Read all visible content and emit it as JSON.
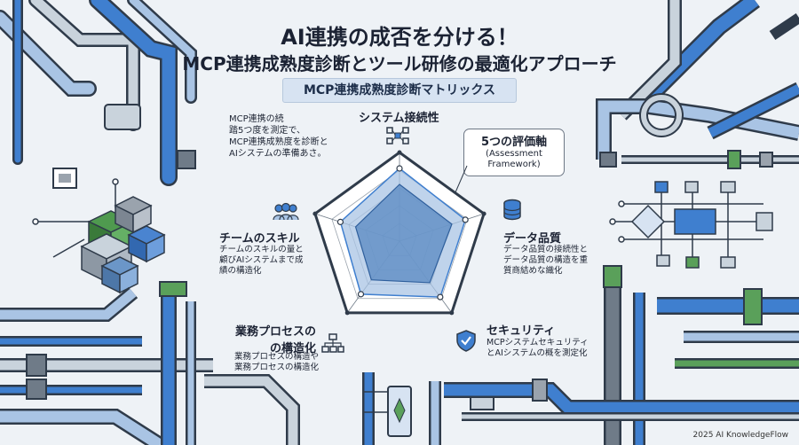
{
  "title": {
    "line1": "AI連携の成否を分ける！",
    "line2": "MCP連携成熟度診断とツール研修の最適化アプローチ"
  },
  "banner": "MCP連携成熟度診断マトリックス",
  "intro": {
    "line1": "MCP連携の続",
    "line2": "踏5つ度を測定で、",
    "line3": "MCP連携成熟度を診断と",
    "line4": "AIシステムの準備あさ。"
  },
  "callout": {
    "title": "5つの評価軸",
    "sub1": "(Assessment",
    "sub2": "Framework)"
  },
  "axes": {
    "system": {
      "label": "システム接続性",
      "icon": "network-icon"
    },
    "data": {
      "label": "データ品質",
      "icon": "database-icon",
      "desc1": "データ品質の接続性と",
      "desc2": "データ品質の構造を重",
      "desc3": "質商結めな織化"
    },
    "security": {
      "label": "セキュリティ",
      "icon": "shield-check-icon",
      "desc1": "MCPシステムセキュリティ",
      "desc2": "とAIシステムの概を測定化"
    },
    "process": {
      "label1": "業務プロセスの",
      "label2": "の構造化",
      "icon": "hierarchy-icon",
      "desc1": "業務プロセスの構造や",
      "desc2": "業務プロセスの構造化"
    },
    "team": {
      "label": "チームのスキル",
      "icon": "team-icon",
      "desc1": "チームのスキルの量と",
      "desc2": "顧びAIシステムまで成",
      "desc3": "績の構造化"
    }
  },
  "radar": {
    "levels": 5,
    "axis_order": [
      "システム接続性",
      "データ品質",
      "セキュリティ",
      "業務プロセスの構造化",
      "チームのスキル"
    ],
    "outer_polygon_scores": [
      0.82,
      0.78,
      0.78,
      0.74,
      0.7
    ],
    "inner_polygon_scores": [
      0.64,
      0.62,
      0.58,
      0.54,
      0.52
    ]
  },
  "colors": {
    "background": "#eef2f6",
    "pipe_blue": "#3f7fcf",
    "pipe_light": "#a9c4e4",
    "pipe_gray": "#9aa3ad",
    "outline": "#2f3b4a",
    "accent_green": "#5aa05a",
    "radar_fill": "#6b96c8"
  },
  "footer": "2025 AI KnowledgeFlow"
}
